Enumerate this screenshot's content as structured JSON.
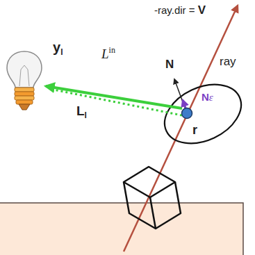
{
  "diagram": {
    "labels": [
      "-ray.dir = ",
      "V",
      "N",
      "ray",
      "y",
      "l",
      "L",
      "in",
      "N",
      "ε",
      "L",
      "l",
      "r"
    ]
  }
}
